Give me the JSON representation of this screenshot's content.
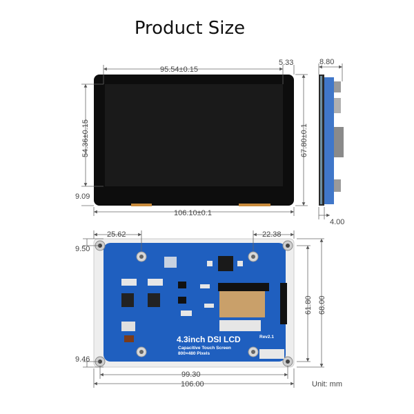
{
  "title": "Product Size",
  "front_view": {
    "width_active": "95.54±0.15",
    "right_border": "5.33",
    "height_active": "54.36±0.15",
    "height_total": "67.80±0.1",
    "bottom_border": "9.09",
    "width_total": "106.10±0.1"
  },
  "side_view": {
    "depth_total": "8.80",
    "depth_panel": "4.00"
  },
  "back_view": {
    "left_offset": "25.62",
    "right_offset": "22.38",
    "top_hole": "9.50",
    "bottom_hole": "9.46",
    "hole_spacing_v": "61.80",
    "height_total": "68.00",
    "hole_spacing_h": "99.30",
    "width_total": "106.00"
  },
  "pcb": {
    "product_name": "4.3inch DSI LCD",
    "subtitle": "Capacitive Touch Screen",
    "resolution": "800×480 Pixels",
    "revision": "Rev2.1"
  },
  "unit_label": "Unit: mm",
  "colors": {
    "pcb": "#1f5fbf",
    "screen": "#101010",
    "lines": "#666666"
  }
}
